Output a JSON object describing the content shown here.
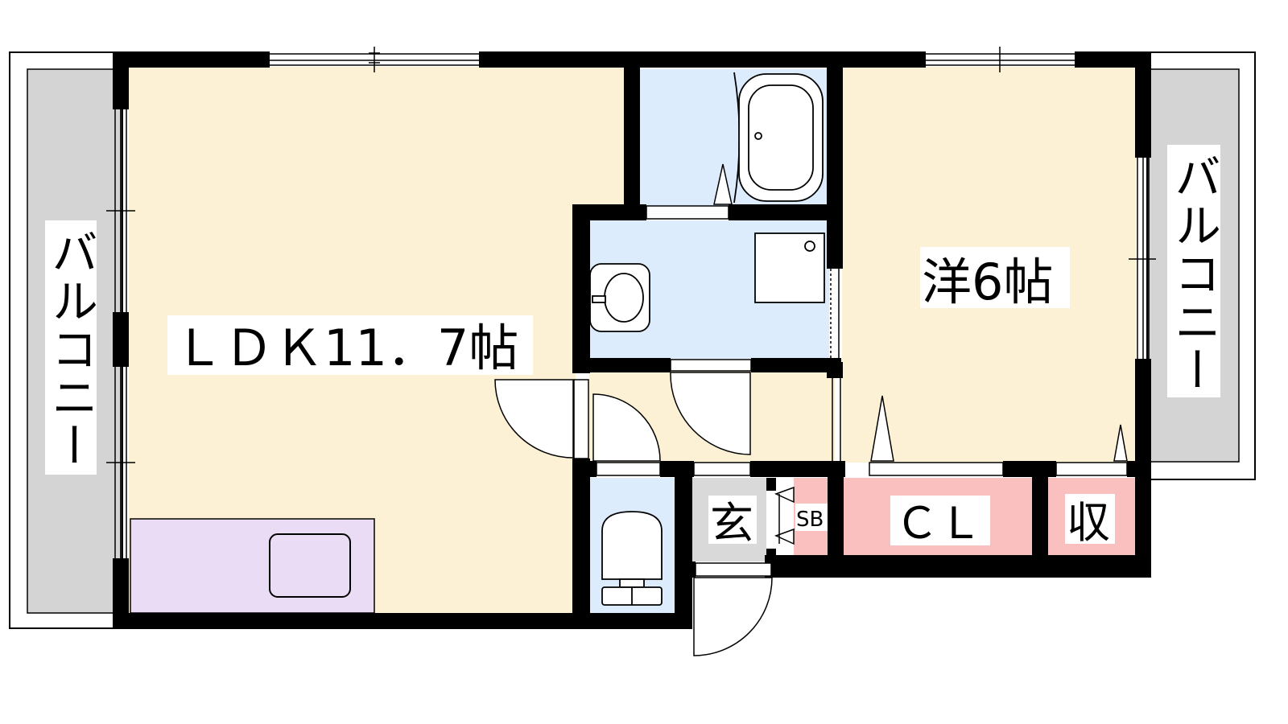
{
  "labels": {
    "balcony_left": "バルコニー",
    "balcony_right": "バルコニー",
    "ldk": "ＬＤＫ11．7帖",
    "western_room": "洋6帖",
    "entrance": "玄",
    "shoe_box": "SB",
    "closet": "ＣＬ",
    "storage": "収"
  },
  "colors": {
    "wall": "#000000",
    "room_floor": "#fcf0d5",
    "wet_area": "#dcecfc",
    "kitchen": "#ebdcf5",
    "storage": "#fac0c0",
    "balcony": "#d4d4d4",
    "entrance": "#d9d9d9"
  }
}
